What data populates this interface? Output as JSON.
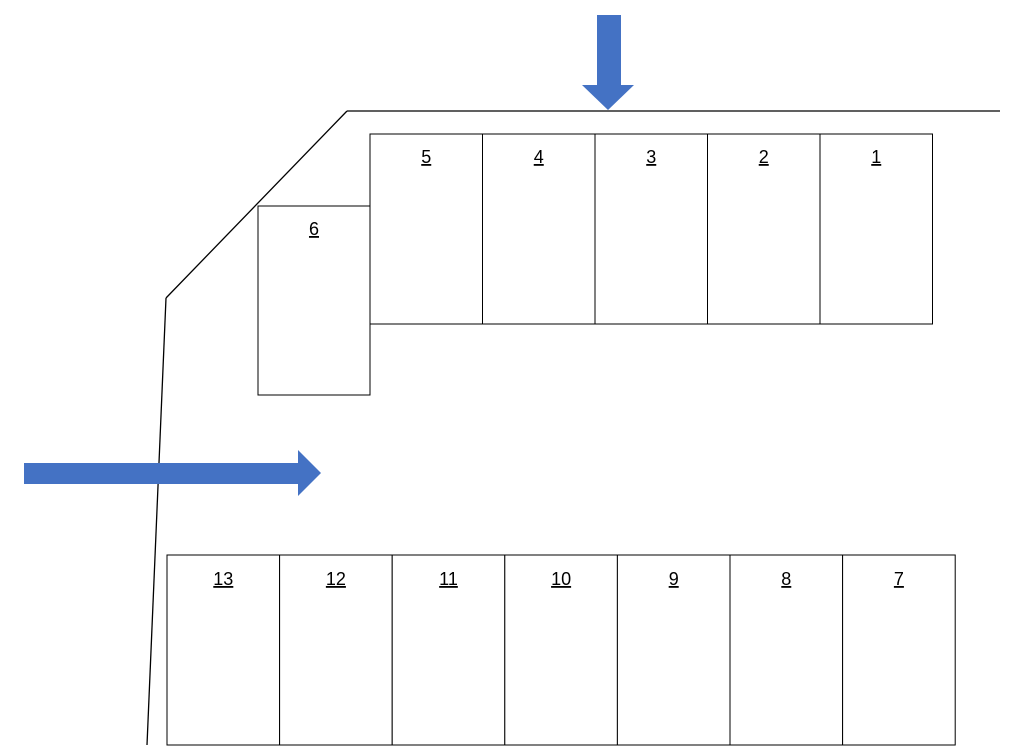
{
  "colors": {
    "arrow": "#4472C4",
    "lines": "#000000",
    "background": "#FFFFFF"
  },
  "top_row": {
    "spaces": [
      "5",
      "4",
      "3",
      "2",
      "1"
    ]
  },
  "side_space": {
    "label": "6"
  },
  "bottom_row": {
    "spaces": [
      "13",
      "12",
      "11",
      "10",
      "9",
      "8",
      "7"
    ]
  },
  "arrows": [
    {
      "name": "entry-arrow-top",
      "direction": "down"
    },
    {
      "name": "entry-arrow-left",
      "direction": "right"
    }
  ]
}
